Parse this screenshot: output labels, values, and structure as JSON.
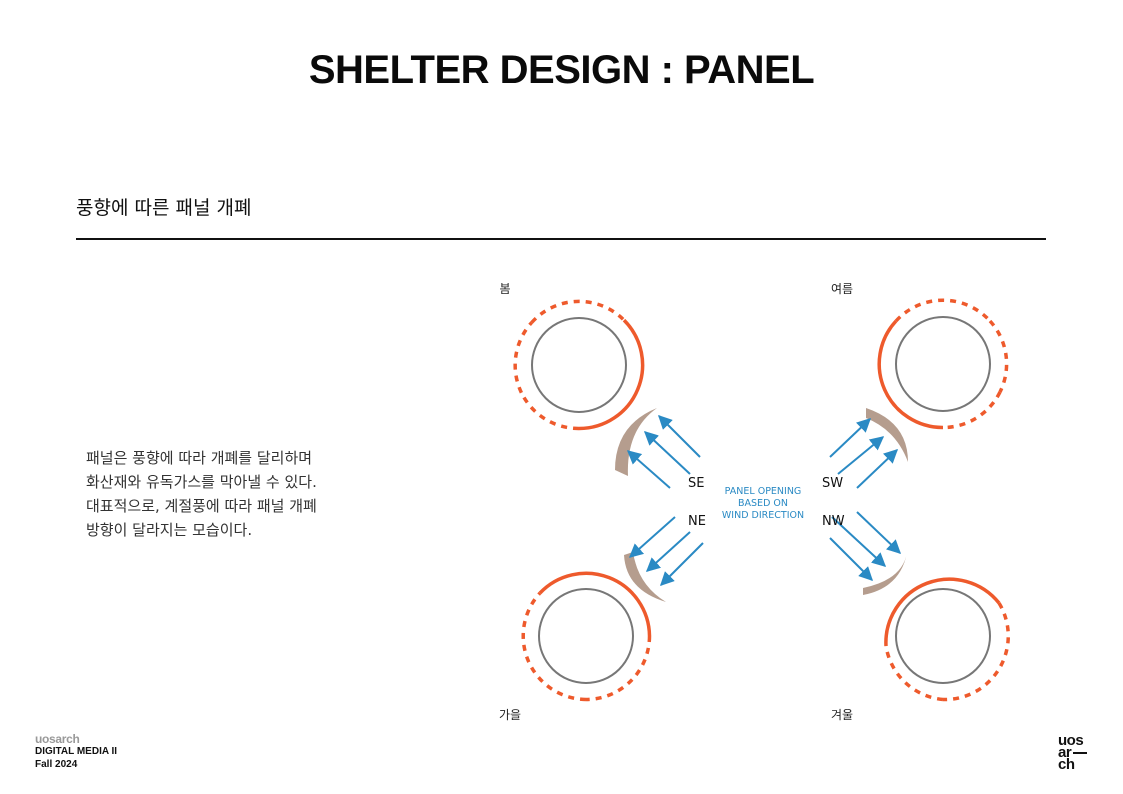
{
  "title": "SHELTER DESIGN : PANEL",
  "subtitle": "풍향에 따른 패널 개폐",
  "description": [
    "패널은 풍향에 따라 개폐를 달리하며",
    "화산재와 유독가스를 막아낼 수 있다.",
    "대표적으로, 계절풍에 따라 패널 개폐",
    "방향이 달라지는 모습이다."
  ],
  "diagram": {
    "seasons": {
      "spring": "봄",
      "summer": "여름",
      "autumn": "가을",
      "winter": "겨울"
    },
    "directions": {
      "se": "SE",
      "sw": "SW",
      "ne": "NE",
      "nw": "NW"
    },
    "center_label": [
      "PANEL OPENING",
      "BASED ON",
      "WIND DIRECTION"
    ],
    "colors": {
      "panel_open": "#ee5a2c",
      "panel_dashed": "#ee5a2c",
      "inner_circle": "#777777",
      "deflector": "#b59d8e",
      "wind_arrow": "#2a8ac4",
      "center_label": "#2a8ac4"
    }
  },
  "footer": {
    "brand": "uosarch",
    "course": "DIGITAL MEDIA II",
    "term": "Fall 2024"
  },
  "logo": {
    "line1": "uos",
    "line2": "ar",
    "line3": "ch"
  }
}
